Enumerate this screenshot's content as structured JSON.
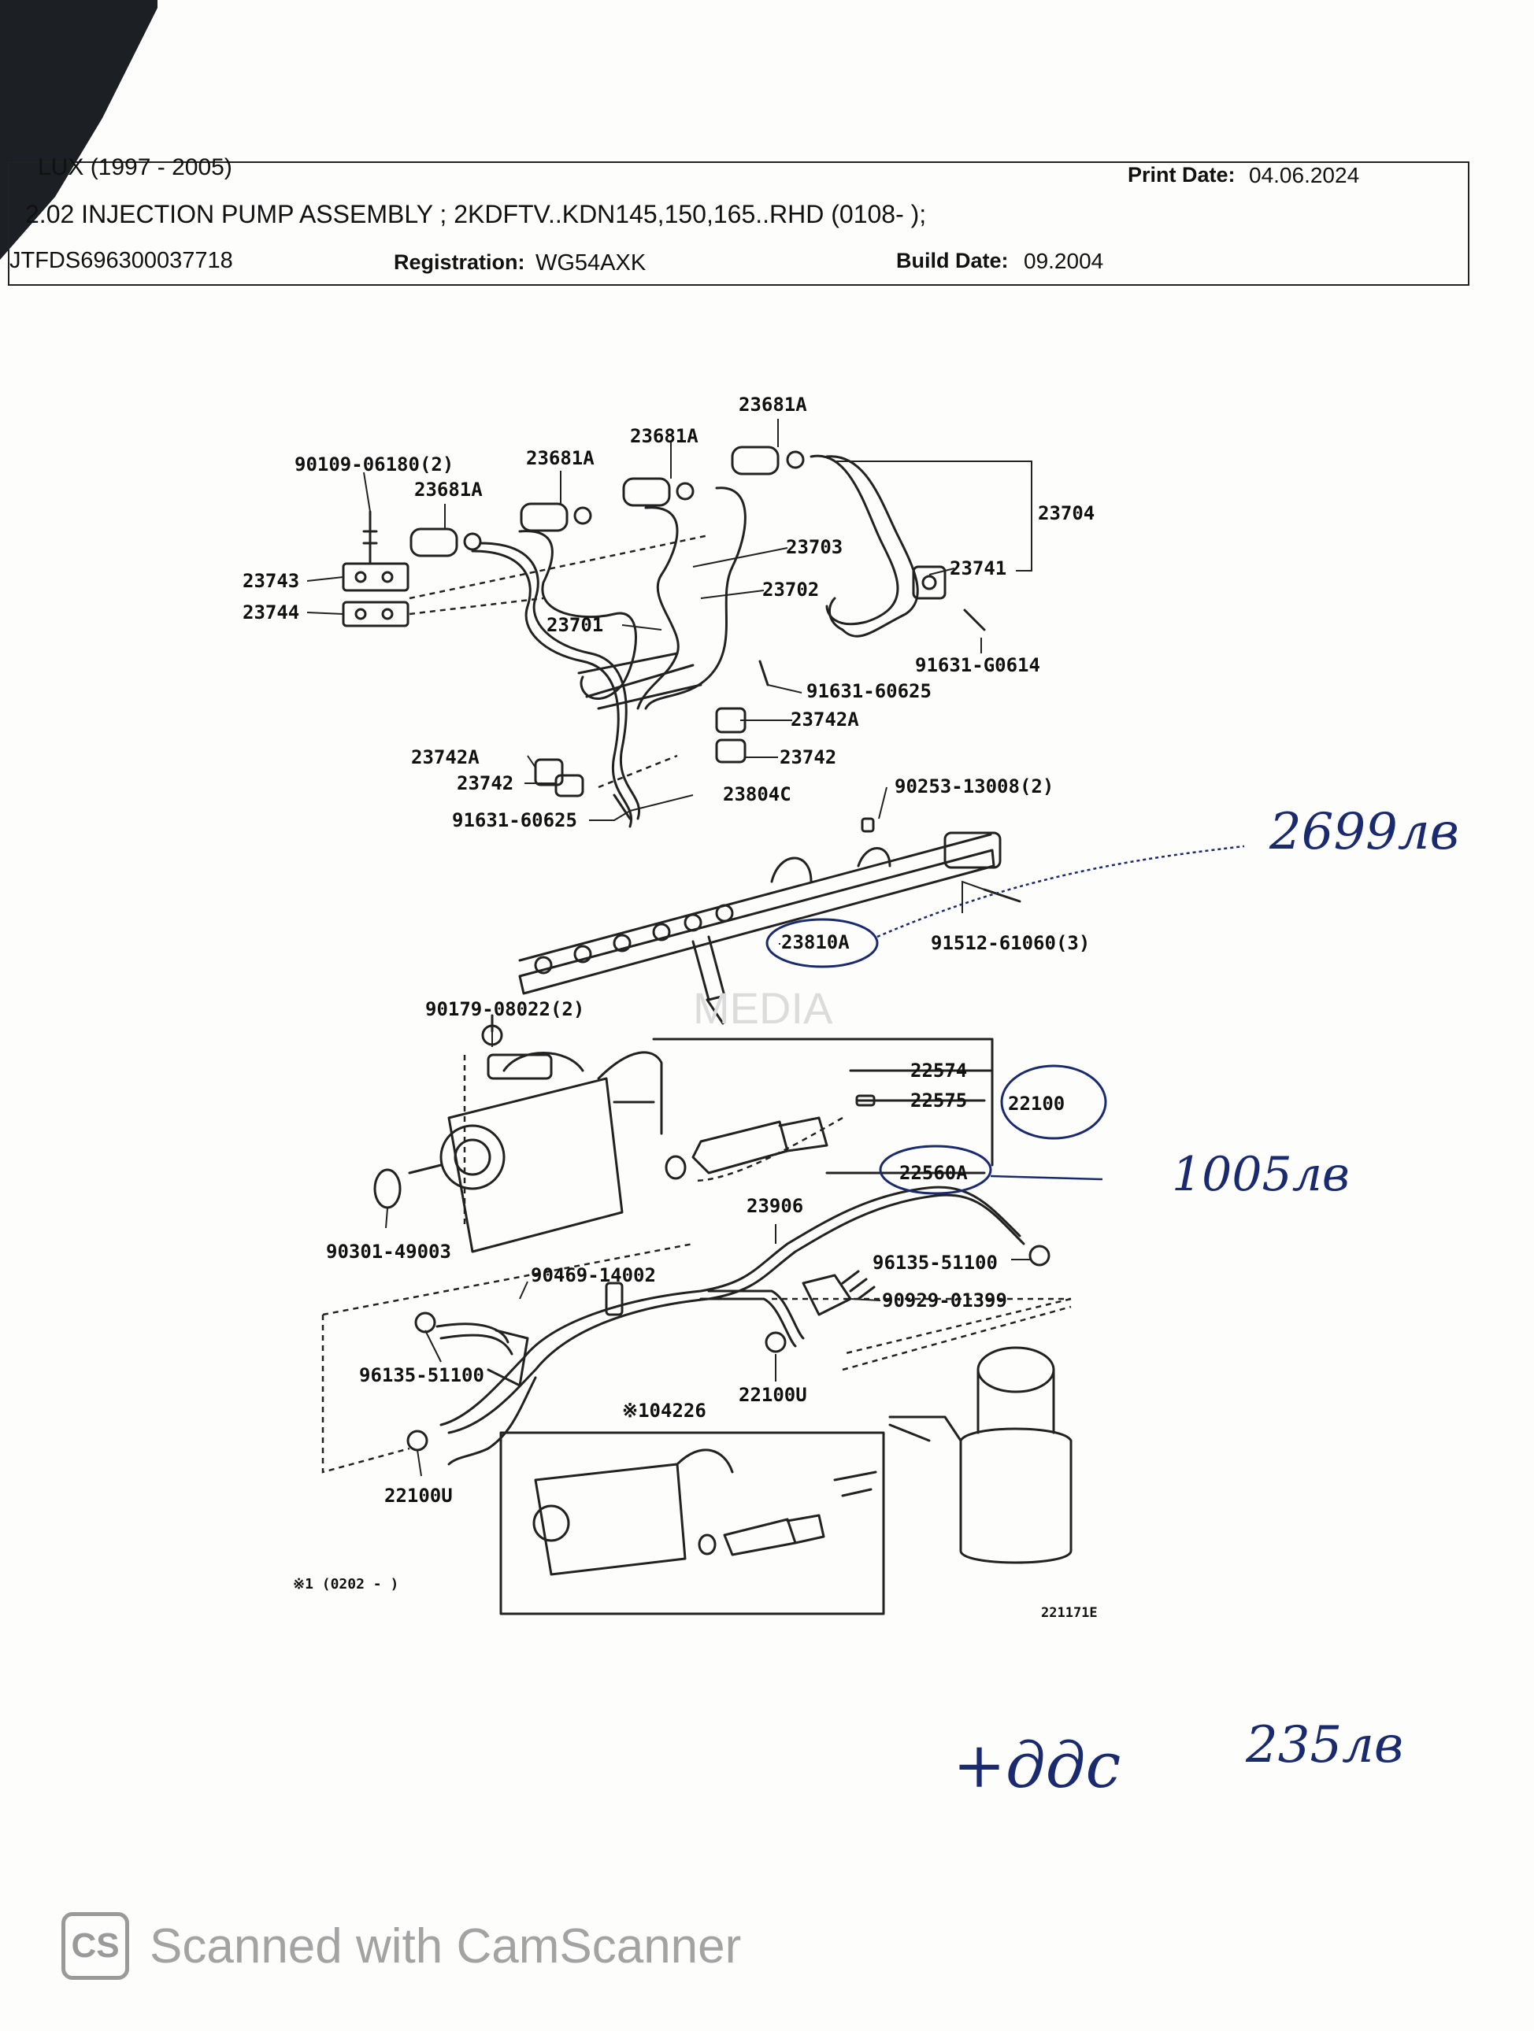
{
  "header": {
    "model": "LUX (1997 - 2005)",
    "print_date_label": "Print Date:",
    "print_date": "04.06.2024",
    "section": "2.02 INJECTION PUMP ASSEMBLY ; 2KDFTV..KDN145,150,165..RHD (0108-    );",
    "vin": "JTFDS696300037718",
    "registration_label": "Registration:",
    "registration": "WG54AXK",
    "build_date_label": "Build Date:",
    "build_date": "09.2004"
  },
  "parts": {
    "p90109": "90109-06180(2)",
    "p23681A_a": "23681A",
    "p23681A_b": "23681A",
    "p23681A_c": "23681A",
    "p23681A_d": "23681A",
    "p23704": "23704",
    "p23703": "23703",
    "p23741": "23741",
    "p23702": "23702",
    "p23743": "23743",
    "p23744": "23744",
    "p23701": "23701",
    "p91631_G0614": "91631-G0614",
    "p91631_60625_a": "91631-60625",
    "p23742A_a": "23742A",
    "p23742_a": "23742",
    "p23742A_b": "23742A",
    "p23742_b": "23742",
    "p23804C": "23804C",
    "p90253": "90253-13008(2)",
    "p91631_60625_b": "91631-60625",
    "p23810A": "23810A",
    "p91512": "91512-61060(3)",
    "p90179": "90179-08022(2)",
    "p22574": "22574",
    "p22575": "22575",
    "p22100": "22100",
    "p22560A": "22560A",
    "p23906": "23906",
    "p90301": "90301-49003",
    "p96135_a": "96135-51100",
    "p90469": "90469-14002",
    "p90929": "90929-01399",
    "p96135_b": "96135-51100",
    "p22100U_a": "22100U",
    "p104226": "※104226",
    "p22100U_b": "22100U",
    "p10202": "※1 (0202 -        )",
    "fig_code": "221171E"
  },
  "handwritten": {
    "note1": "2699лв",
    "note2": "1005лв",
    "note3": "+ддс",
    "note4": "235лв"
  },
  "watermark": {
    "logo": "CS",
    "text": "Scanned with CamScanner"
  },
  "faint_stamp": "MEDIA"
}
